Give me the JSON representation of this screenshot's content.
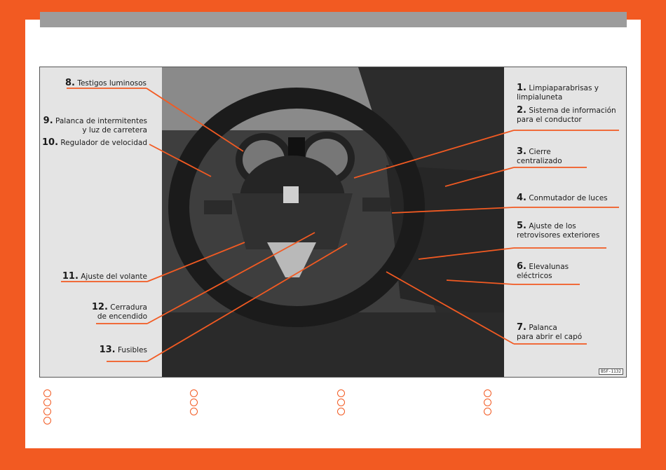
{
  "figure_ref": "B5F-1132",
  "labels": {
    "l1": {
      "num": "1.",
      "text": "Limpiaparabrisas y",
      "text2": "limpialuneta"
    },
    "l2": {
      "num": "2.",
      "text": "Sistema de información",
      "text2": "para el conductor"
    },
    "l3": {
      "num": "3.",
      "text": "Cierre",
      "text2": "centralizado"
    },
    "l4": {
      "num": "4.",
      "text": "Conmutador de luces"
    },
    "l5": {
      "num": "5.",
      "text": "Ajuste de los",
      "text2": "retrovisores exteriores"
    },
    "l6": {
      "num": "6.",
      "text": "Elevalunas",
      "text2": "eléctricos"
    },
    "l7": {
      "num": "7.",
      "text": "Palanca",
      "text2": "para abrir el capó"
    },
    "l8": {
      "num": "8.",
      "text": "Testigos luminosos"
    },
    "l9": {
      "num": "9.",
      "text": "Palanca de intermitentes",
      "text2": "y luz de carretera"
    },
    "l10": {
      "num": "10.",
      "text": "Regulador de velocidad"
    },
    "l11": {
      "num": "11.",
      "text": "Ajuste del volante"
    },
    "l12": {
      "num": "12.",
      "text": "Cerradura",
      "text2": "de encendido"
    },
    "l13": {
      "num": "13.",
      "text": "Fusibles"
    }
  },
  "colors": {
    "accent": "#f25a22",
    "bar": "#9c9c9c",
    "figure_bg": "#e4e4e4"
  }
}
